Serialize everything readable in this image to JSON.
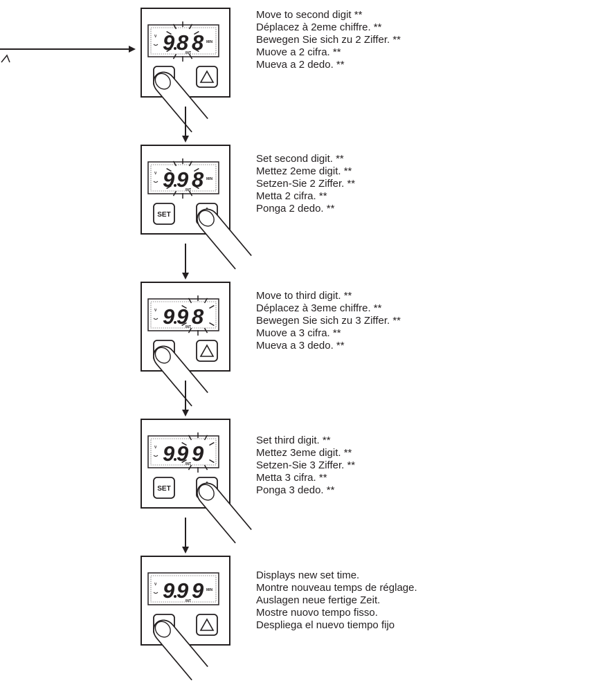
{
  "steps": [
    {
      "display": [
        "9",
        "8",
        "8"
      ],
      "unit": "MIN",
      "int_label": "INT",
      "left_button": "",
      "pressed": "left",
      "blink": [
        1
      ],
      "lines": [
        "Move to second digit **",
        "Déplacez à 2eme chiffre. **",
        "Bewegen Sie sich zu 2 Ziffer. **",
        "Muove a 2 cifra. **",
        "Mueva a 2 dedo. **"
      ]
    },
    {
      "display": [
        "9",
        "9",
        "8"
      ],
      "unit": "MIN",
      "int_label": "INT",
      "left_button": "SET",
      "pressed": "right",
      "blink": [
        1
      ],
      "lines": [
        "Set second digit. **",
        "Mettez 2eme digit. **",
        "Setzen-Sie 2 Ziffer. **",
        "Metta 2 cifra. **",
        "Ponga 2 dedo. **"
      ]
    },
    {
      "display": [
        "9",
        "9",
        "8"
      ],
      "unit": "",
      "int_label": "INT",
      "left_button": "",
      "pressed": "left",
      "blink": [
        2
      ],
      "lines": [
        "Move to third digit. **",
        "Déplacez à 3eme chiffre. **",
        "Bewegen Sie sich zu 3 Ziffer. **",
        "Muove a 3 cifra. **",
        "Mueva a 3 dedo. **"
      ]
    },
    {
      "display": [
        "9",
        "9",
        "9"
      ],
      "unit": "",
      "int_label": "INT",
      "left_button": "SET",
      "pressed": "right",
      "blink": [
        2
      ],
      "lines": [
        "Set third digit. **",
        "Mettez 3eme digit. **",
        "Setzen-Sie 3 Ziffer. **",
        "Metta 3 cifra. **",
        "Ponga 3 dedo. **"
      ]
    },
    {
      "display": [
        "9",
        "9",
        "9"
      ],
      "unit": "MIN",
      "int_label": "INT",
      "left_button": "",
      "pressed": "left",
      "blink": [],
      "lines": [
        "Displays new set time.",
        "Montre nouveau temps de réglage.",
        "Auslagen neue fertige Zeit.",
        "Mostre nuovo tempo fisso.",
        "Despliega el nuevo tiempo fijo"
      ]
    }
  ],
  "icons": {
    "up_button": "triangle-up-icon",
    "finger": "finger-press-icon",
    "arrow": "arrow-down-icon"
  },
  "colors": {
    "ink": "#231f20",
    "background": "#ffffff"
  }
}
